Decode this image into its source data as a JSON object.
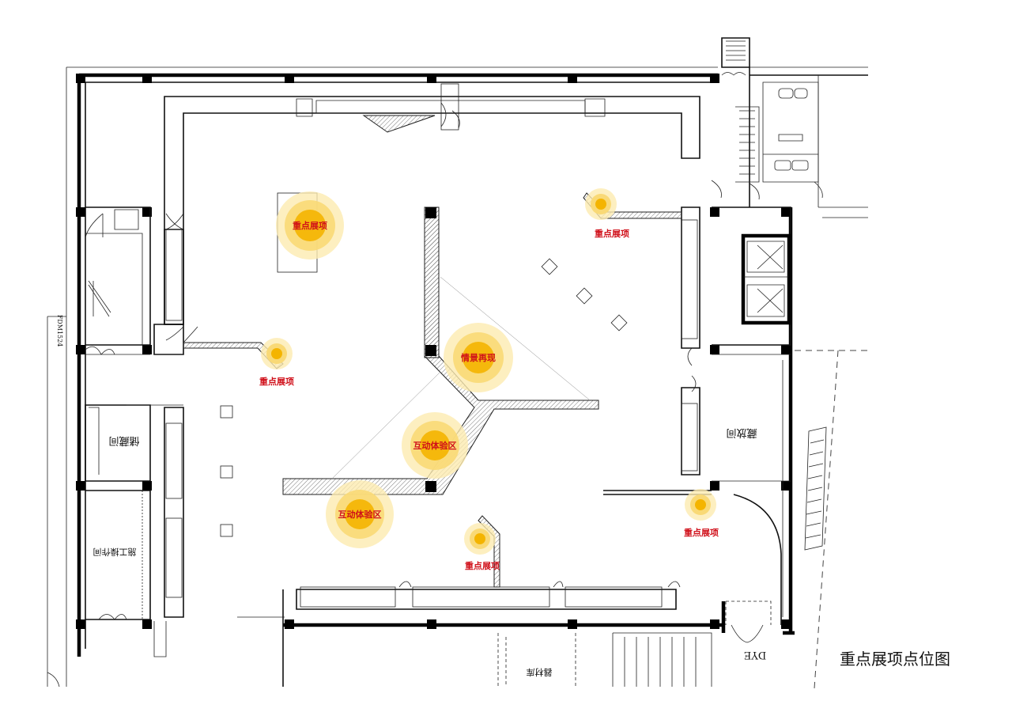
{
  "title": "重点展项点位图",
  "markers": {
    "m1": "重点展项",
    "m2": "重点展项",
    "m3": "重点展项",
    "m4": "情景再现",
    "m5": "互动体验区",
    "m6": "互动体验区",
    "m7": "重点展项",
    "m8": "重点展项"
  },
  "rooms": {
    "storage_left": "储藏间",
    "workshop": "施工操作间",
    "storage_right": "藏放间",
    "equipment": "器材库",
    "sign_code": "FDM1524",
    "entrance_code": "DYE"
  },
  "colors": {
    "marker_label": "#d0101a",
    "glow_outer": "#f9d976",
    "glow_inner": "#f4b400",
    "wall": "#000000"
  }
}
